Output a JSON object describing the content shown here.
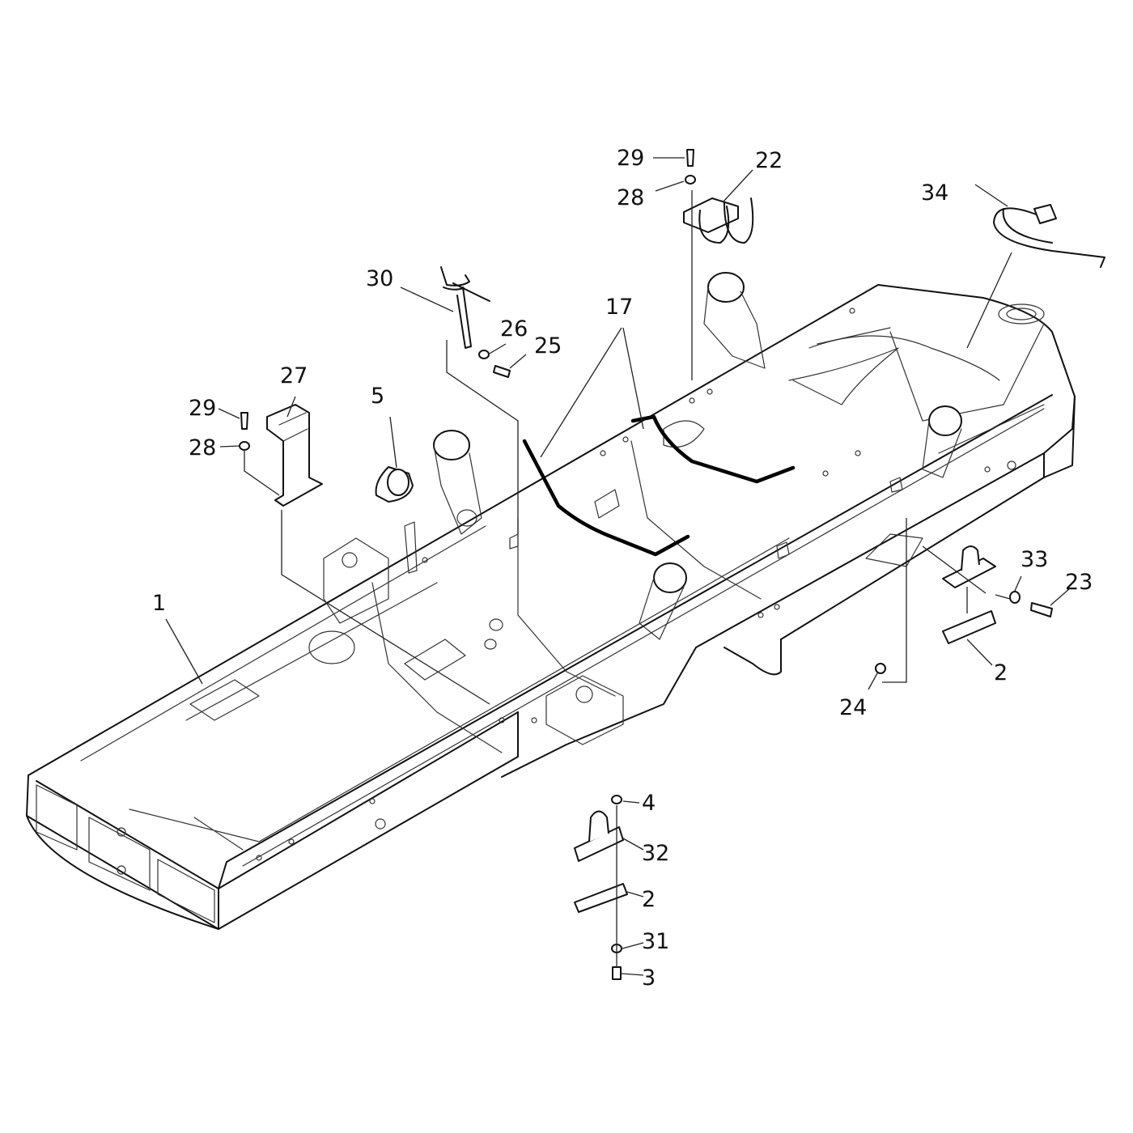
{
  "diagram": {
    "callouts": [
      {
        "id": "c29a",
        "text": "29"
      },
      {
        "id": "c28a",
        "text": "28"
      },
      {
        "id": "c22",
        "text": "22"
      },
      {
        "id": "c34",
        "text": "34"
      },
      {
        "id": "c30",
        "text": "30"
      },
      {
        "id": "c17",
        "text": "17"
      },
      {
        "id": "c26",
        "text": "26"
      },
      {
        "id": "c25",
        "text": "25"
      },
      {
        "id": "c27",
        "text": "27"
      },
      {
        "id": "c5",
        "text": "5"
      },
      {
        "id": "c29b",
        "text": "29"
      },
      {
        "id": "c28b",
        "text": "28"
      },
      {
        "id": "c1",
        "text": "1"
      },
      {
        "id": "c33",
        "text": "33"
      },
      {
        "id": "c23",
        "text": "23"
      },
      {
        "id": "c2a",
        "text": "2"
      },
      {
        "id": "c24",
        "text": "24"
      },
      {
        "id": "c4",
        "text": "4"
      },
      {
        "id": "c32",
        "text": "32"
      },
      {
        "id": "c2b",
        "text": "2"
      },
      {
        "id": "c31",
        "text": "31"
      },
      {
        "id": "c3",
        "text": "3"
      }
    ]
  }
}
